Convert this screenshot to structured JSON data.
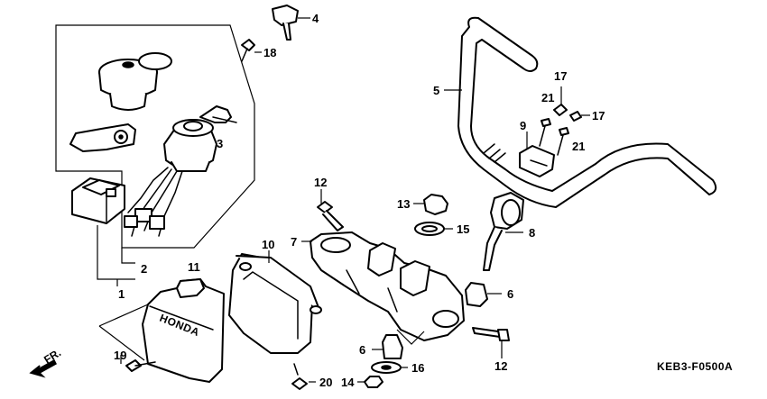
{
  "diagram_code": "KEB3-F0500A",
  "direction_label": "FR.",
  "brand_label": "HONDA",
  "callouts": {
    "c1": "1",
    "c2": "2",
    "c3": "3",
    "c4": "4",
    "c5": "5",
    "c6a": "6",
    "c6b": "6",
    "c7": "7",
    "c8": "8",
    "c9": "9",
    "c10": "10",
    "c11": "11",
    "c12a": "12",
    "c12b": "12",
    "c13": "13",
    "c14": "14",
    "c15": "15",
    "c16": "16",
    "c17a": "17",
    "c17b": "17",
    "c18": "18",
    "c19": "19",
    "c20": "20",
    "c21a": "21",
    "c21b": "21"
  }
}
